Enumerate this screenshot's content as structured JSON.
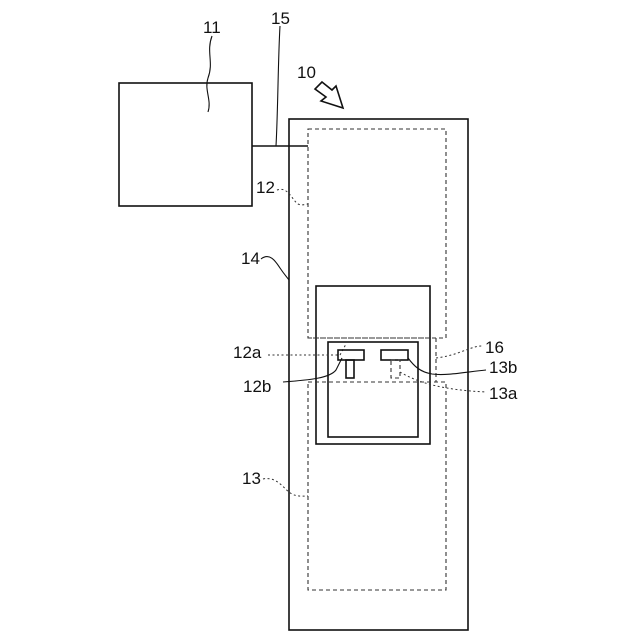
{
  "labels": {
    "l10": "10",
    "l11": "11",
    "l12": "12",
    "l12a": "12a",
    "l12b": "12b",
    "l13": "13",
    "l13a": "13a",
    "l13b": "13b",
    "l14": "14",
    "l15": "15",
    "l16": "16"
  },
  "colors": {
    "line": "#111111",
    "dashed": "#333333",
    "background": "#ffffff"
  }
}
